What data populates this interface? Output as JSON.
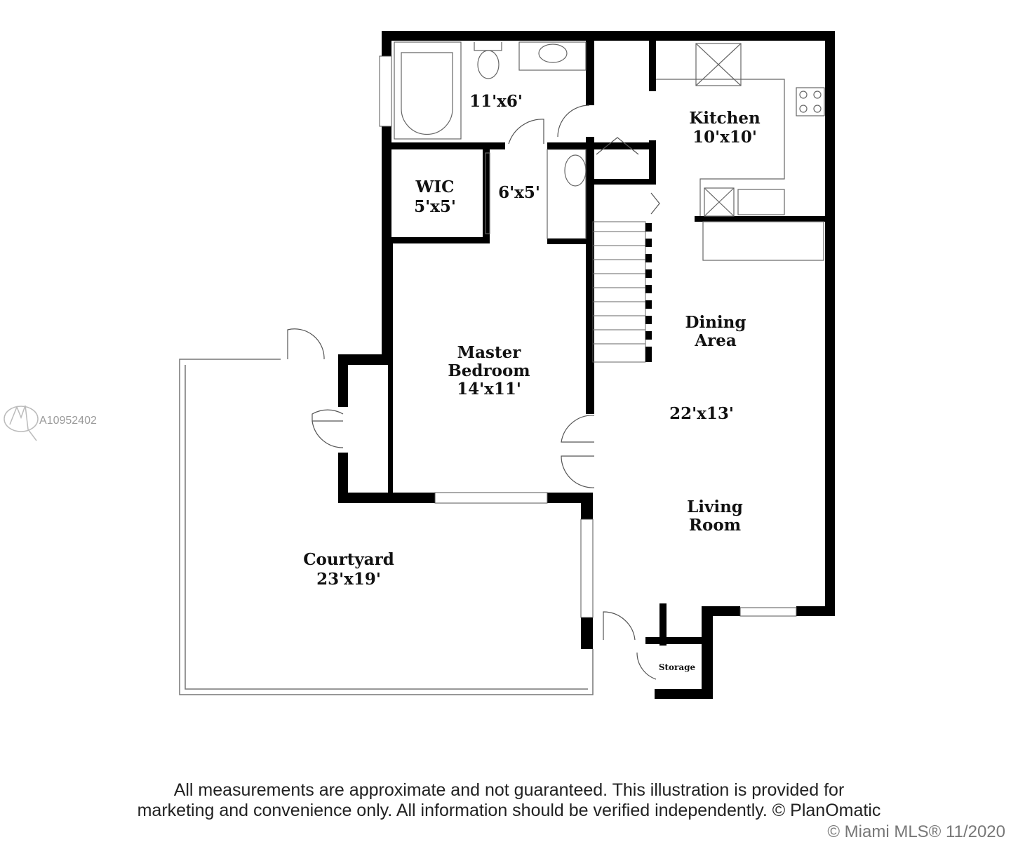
{
  "rooms": {
    "bath": {
      "size": "11'x6'"
    },
    "wic": {
      "name": "WIC",
      "size": "5'x5'"
    },
    "hall_bath": {
      "size": "6'x5'"
    },
    "kitchen": {
      "name": "Kitchen",
      "size": "10'x10'"
    },
    "master": {
      "name1": "Master",
      "name2": "Bedroom",
      "size": "14'x11'"
    },
    "dining": {
      "name1": "Dining",
      "name2": "Area"
    },
    "great_room": {
      "size": "22'x13'"
    },
    "living": {
      "name1": "Living",
      "name2": "Room"
    },
    "courtyard": {
      "name": "Courtyard",
      "size": "23'x19'"
    },
    "storage": {
      "name": "Storage"
    }
  },
  "watermark": {
    "id": "A10952402"
  },
  "footer": {
    "line1": "All measurements are approximate and not guaranteed. This illustration is provided for",
    "line2": "marketing and convenience only. All information should be verified independently. © PlanOmatic"
  },
  "copyright": "© Miami MLS® 11/2020"
}
